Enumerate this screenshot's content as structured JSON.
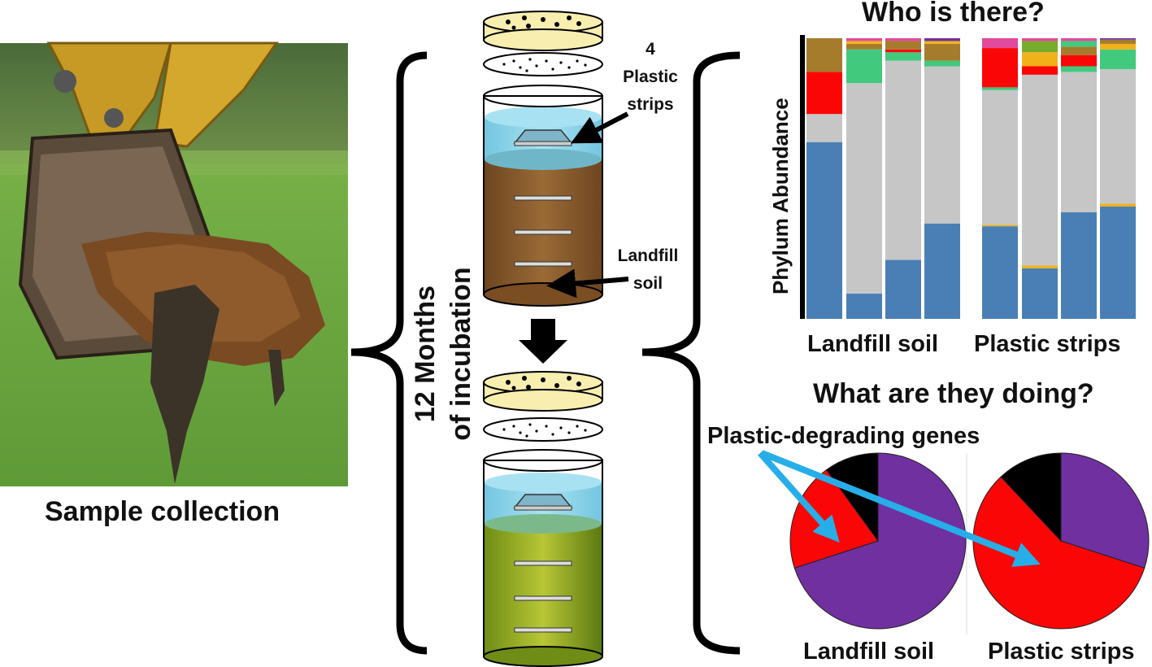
{
  "panel_sample": {
    "caption": "Sample collection"
  },
  "panel_incubation": {
    "duration_line1": "12 Months",
    "duration_line2": "of incubation",
    "strips_label": [
      "4",
      "Plastic",
      "strips"
    ],
    "soil_label": [
      "Landfill",
      "soil"
    ]
  },
  "panel_who": {
    "title": "Who is there?",
    "y_axis_label": "Phylum Abundance",
    "group_labels": [
      "Landfill soil",
      "Plastic strips"
    ]
  },
  "panel_what": {
    "title": "What are they doing?",
    "annotation": "Plastic-degrading genes",
    "pie_labels": [
      "Landfill soil",
      "Plastic strips"
    ]
  },
  "colors": {
    "blue": "#4a7fb5",
    "gray": "#c6c6c6",
    "red": "#fb0606",
    "brown": "#a57b2c",
    "green": "#41c97e",
    "orange": "#f0b11a",
    "olive": "#77ab2c",
    "pink": "#e24a9c",
    "purple": "#7030a0",
    "black": "#000000",
    "water": "#8fd3e8",
    "soil": "#8a5a2a",
    "soil_after": "#9aa82a",
    "lid": "#f7eeb0",
    "arrow": "#27aee8"
  },
  "chart_data": [
    {
      "type": "bar",
      "stacked": true,
      "title": "Who is there?",
      "ylabel": "Phylum Abundance",
      "groups": [
        "Landfill soil",
        "Plastic strips"
      ],
      "bars": [
        {
          "group": "Landfill soil",
          "segments": [
            [
              "blue",
              0.63
            ],
            [
              "gray",
              0.1
            ],
            [
              "red",
              0.15
            ],
            [
              "brown",
              0.12
            ]
          ]
        },
        {
          "group": "Landfill soil",
          "segments": [
            [
              "blue",
              0.09
            ],
            [
              "gray",
              0.75
            ],
            [
              "green",
              0.12
            ],
            [
              "brown",
              0.02
            ],
            [
              "orange",
              0.01
            ],
            [
              "pink",
              0.01
            ]
          ]
        },
        {
          "group": "Landfill soil",
          "segments": [
            [
              "blue",
              0.21
            ],
            [
              "gray",
              0.71
            ],
            [
              "green",
              0.03
            ],
            [
              "red",
              0.01
            ],
            [
              "brown",
              0.03
            ],
            [
              "pink",
              0.01
            ]
          ]
        },
        {
          "group": "Landfill soil",
          "segments": [
            [
              "blue",
              0.34
            ],
            [
              "gray",
              0.56
            ],
            [
              "green",
              0.02
            ],
            [
              "brown",
              0.06
            ],
            [
              "orange",
              0.01
            ],
            [
              "purple",
              0.01
            ]
          ]
        },
        {
          "group": "Plastic strips",
          "segments": [
            [
              "blue",
              0.33
            ],
            [
              "orange",
              0.005
            ],
            [
              "gray",
              0.48
            ],
            [
              "green",
              0.01
            ],
            [
              "red",
              0.14
            ],
            [
              "pink",
              0.035
            ]
          ]
        },
        {
          "group": "Plastic strips",
          "segments": [
            [
              "blue",
              0.18
            ],
            [
              "orange",
              0.01
            ],
            [
              "gray",
              0.68
            ],
            [
              "red",
              0.03
            ],
            [
              "orange",
              0.05
            ],
            [
              "olive",
              0.04
            ],
            [
              "pink",
              0.01
            ]
          ]
        },
        {
          "group": "Plastic strips",
          "segments": [
            [
              "blue",
              0.38
            ],
            [
              "gray",
              0.5
            ],
            [
              "green",
              0.02
            ],
            [
              "red",
              0.04
            ],
            [
              "brown",
              0.03
            ],
            [
              "green",
              0.02
            ],
            [
              "pink",
              0.01
            ]
          ]
        },
        {
          "group": "Plastic strips",
          "segments": [
            [
              "blue",
              0.4
            ],
            [
              "orange",
              0.01
            ],
            [
              "gray",
              0.48
            ],
            [
              "green",
              0.07
            ],
            [
              "orange",
              0.02
            ],
            [
              "brown",
              0.015
            ],
            [
              "purple",
              0.005
            ]
          ]
        }
      ]
    },
    {
      "type": "pie",
      "title": "What are they doing?",
      "pies": [
        {
          "label": "Landfill soil",
          "slices": [
            [
              "purple",
              0.7
            ],
            [
              "red",
              0.2
            ],
            [
              "black",
              0.1
            ]
          ]
        },
        {
          "label": "Plastic strips",
          "slices": [
            [
              "purple",
              0.3
            ],
            [
              "red",
              0.58
            ],
            [
              "black",
              0.12
            ]
          ]
        }
      ]
    }
  ]
}
